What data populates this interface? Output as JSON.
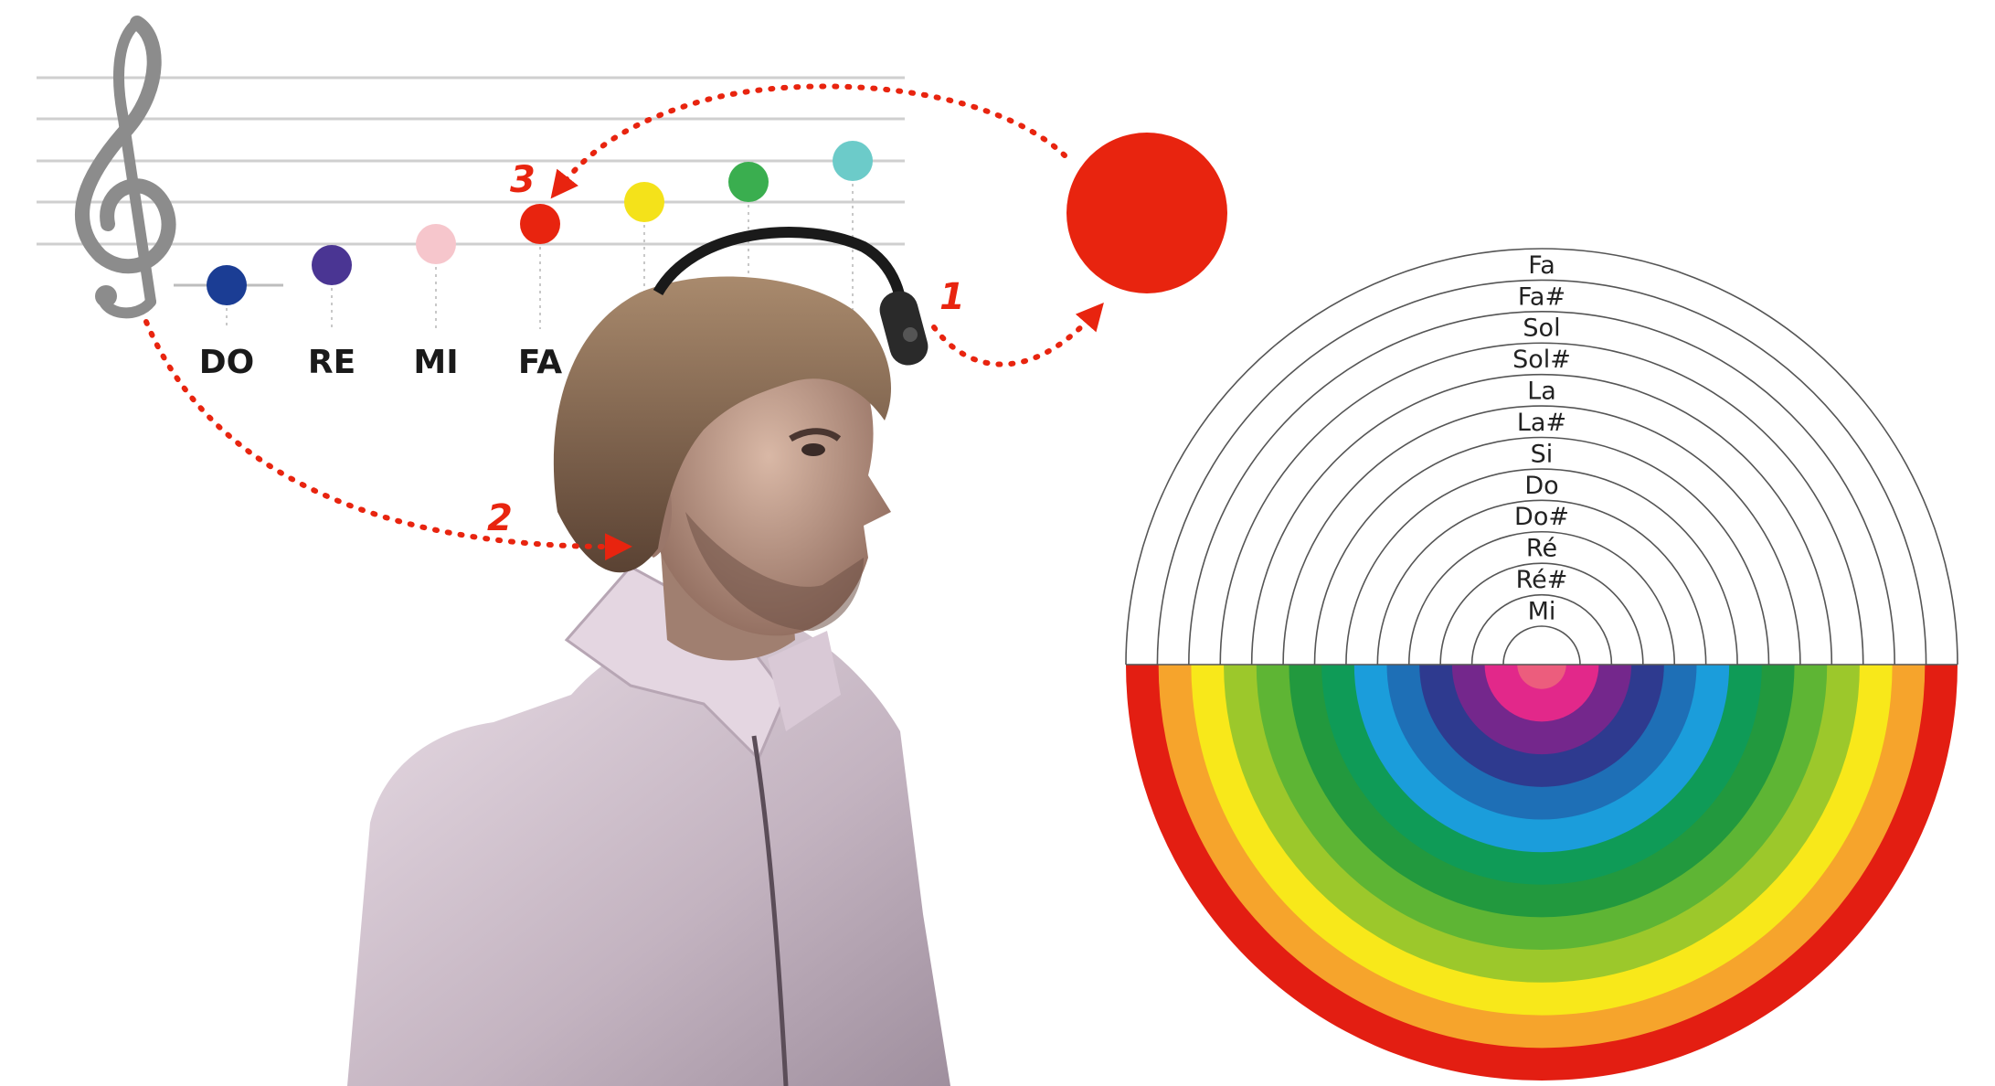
{
  "colors": {
    "accent_red": "#e8240f",
    "staff_line": "#c9c9c9",
    "clef": "#8c8c8c"
  },
  "staff": {
    "clef_icon": "treble-clef-icon",
    "notes": [
      {
        "label": "DO",
        "color": "#1b3d94"
      },
      {
        "label": "RE",
        "color": "#4a3593"
      },
      {
        "label": "MI",
        "color": "#f6c6cc"
      },
      {
        "label": "FA",
        "color": "#e8240f"
      },
      {
        "label": "",
        "color": "#f4e21a"
      },
      {
        "label": "",
        "color": "#3aae4f"
      },
      {
        "label": "",
        "color": "#6ccbc9"
      }
    ]
  },
  "steps": [
    "1",
    "2",
    "3"
  ],
  "color_circle": {
    "color": "#e8240f"
  },
  "ring_chart": {
    "labels": [
      "Fa",
      "Fa#",
      "Sol",
      "Sol#",
      "La",
      "La#",
      "Si",
      "Do",
      "Do#",
      "Ré",
      "Ré#",
      "Mi"
    ],
    "colors": [
      "#e31e12",
      "#f6a42c",
      "#f8e81a",
      "#9cc82b",
      "#5eb534",
      "#22993e",
      "#0f9b57",
      "#1b9ddb",
      "#1e6fb6",
      "#2e3a8f",
      "#74278c",
      "#e2288a",
      "#ec5d7d"
    ]
  },
  "photo": {
    "icon": "person-with-antenna-icon"
  }
}
